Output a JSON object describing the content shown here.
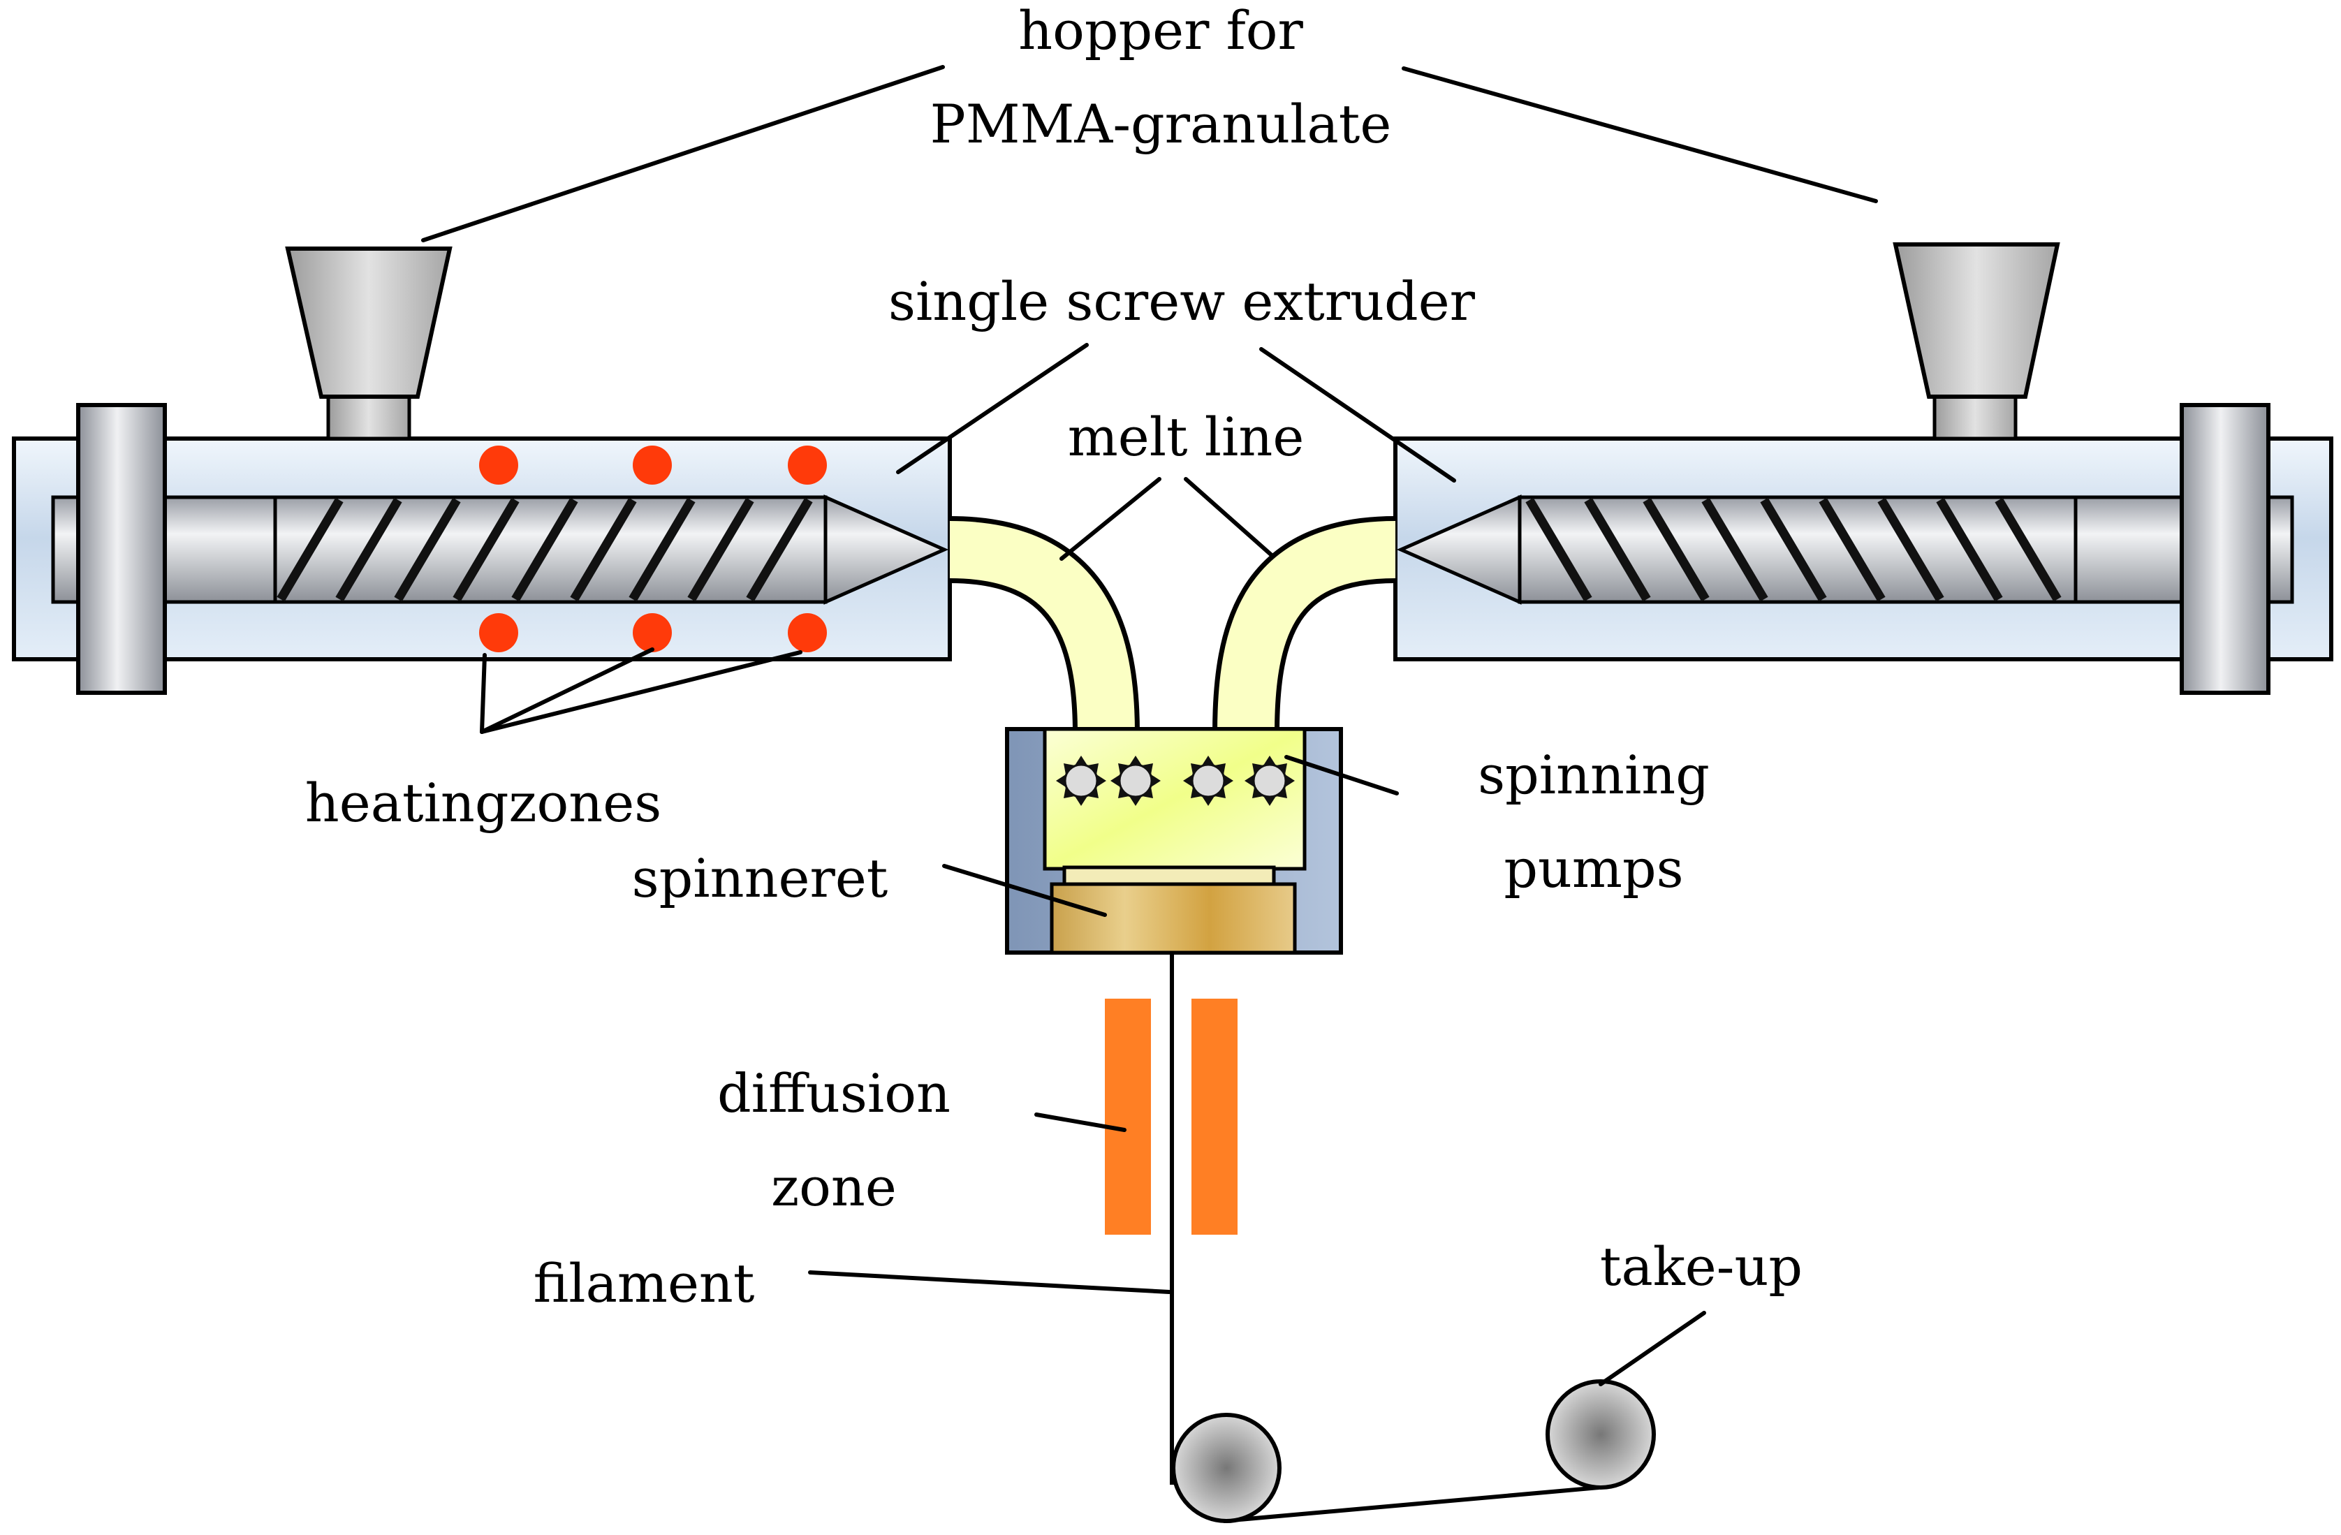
{
  "labels": {
    "hopper_line1": "hopper for",
    "hopper_line2": "PMMA-granulate",
    "extruder": "single screw extruder",
    "melt_line": "melt line",
    "heating_zones": "heatingzones",
    "spinning_line1": "spinning",
    "spinning_line2": "pumps",
    "spinneret": "spinneret",
    "diffusion_line1": "diffusion",
    "diffusion_line2": "zone",
    "filament": "filament",
    "take_up": "take-up"
  },
  "colors": {
    "barrel": "#d4e3f2",
    "screw": "#b9bcc3",
    "hopper": "#c9c9c9",
    "heating_dot": "#ff3a0a",
    "melt": "#fbffc4",
    "spinneret_gold": "#d8ad4c",
    "diffusion": "#ff7f24",
    "roller": "#a9a9a9",
    "housing": "#93a8c6"
  }
}
